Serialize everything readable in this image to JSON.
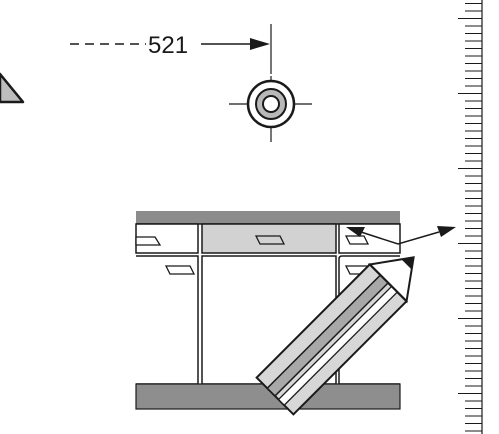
{
  "dimension": {
    "value_label": "521"
  },
  "colors": {
    "ink": "#1a1a1a",
    "countertop": "#8c8c8c",
    "cabinet_panel": "#d2d2d2",
    "plinth": "#8e8e8e",
    "pencil_body": "#d7d7d7",
    "pencil_lead": "#a8a8a8",
    "background": "#ffffff"
  },
  "icons": {
    "drill_hole": "concentric-circle-crosshair-icon",
    "marking_tool": "pencil-icon",
    "scale": "ruler-icon",
    "corner_marker": "triangle-icon"
  },
  "ruler": {
    "orientation": "vertical",
    "minor_ticks_per_major": 10
  }
}
